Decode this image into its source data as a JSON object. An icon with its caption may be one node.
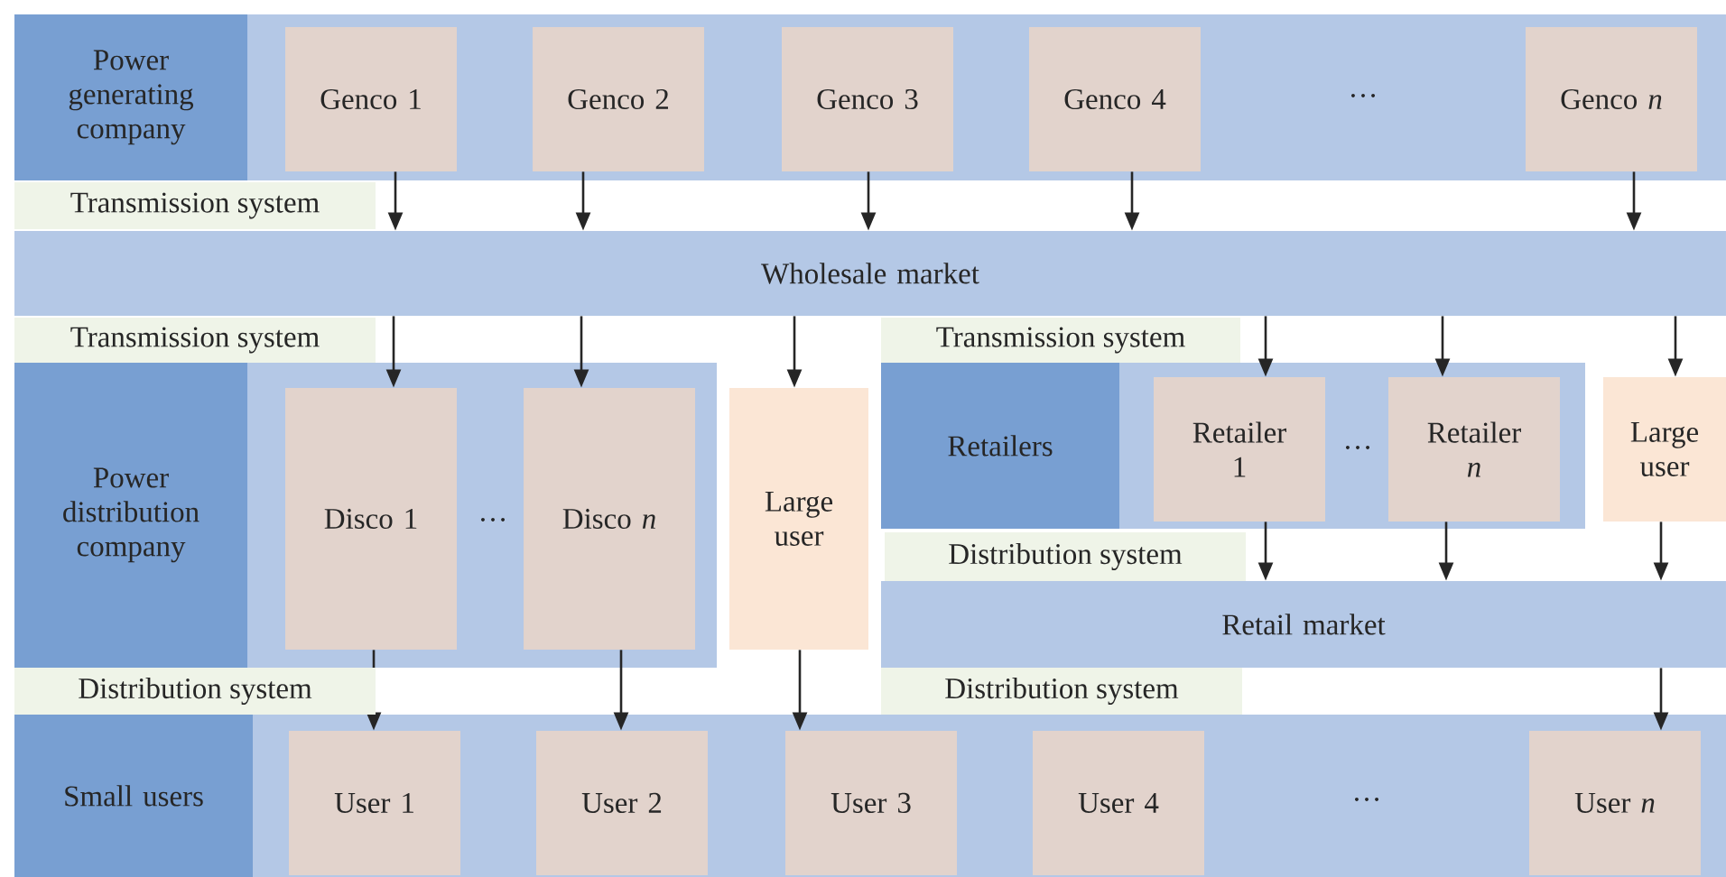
{
  "diagram": {
    "nodes": [
      {
        "text": [],
        "shape": "box"
      },
      {
        "text": [
          "Power generating company"
        ]
      },
      {
        "text": [
          "Genco 1"
        ],
        "in": 0
      },
      {
        "text": [
          "Genco 2"
        ],
        "in": 0
      },
      {
        "text": [
          "Genco 3"
        ],
        "in": 0
      },
      {
        "text": [
          "Genco 4"
        ],
        "in": 0
      },
      {
        "text": [
          "Genco *n*"
        ],
        "in": 0
      },
      {
        "text": [
          "Wholesale market"
        ]
      },
      {
        "text": [],
        "shape": "box"
      },
      {
        "text": [
          "Power distribution company"
        ]
      },
      {
        "text": [
          "Disco 1"
        ],
        "in": 8
      },
      {
        "text": [
          "Disco *n*"
        ],
        "in": 8
      },
      {
        "text": [
          "Large user"
        ]
      },
      {
        "text": [],
        "shape": "box"
      },
      {
        "text": [
          "Retailers"
        ]
      },
      {
        "text": [
          "Retailer 1"
        ],
        "in": 13
      },
      {
        "text": [
          "Retailer *n*"
        ],
        "in": 13
      },
      {
        "text": [
          "Large user"
        ]
      },
      {
        "text": [
          "Retail market"
        ]
      },
      {
        "text": [],
        "shape": "box"
      },
      {
        "text": [
          "Small users"
        ]
      },
      {
        "text": [
          "User 1"
        ],
        "in": 19
      },
      {
        "text": [
          "User 2"
        ],
        "in": 19
      },
      {
        "text": [
          "User 3"
        ],
        "in": 19
      },
      {
        "text": [
          "User 4"
        ],
        "in": 19
      },
      {
        "text": [
          "User *n*"
        ],
        "in": 19
      }
    ],
    "edges": [
      {
        "from": 2,
        "to": 7,
        "arrow": "to"
      },
      {
        "from": 3,
        "to": 7,
        "arrow": "to"
      },
      {
        "from": 4,
        "to": 7,
        "arrow": "to"
      },
      {
        "from": 5,
        "to": 7,
        "arrow": "to"
      },
      {
        "from": 6,
        "to": 7,
        "arrow": "to"
      },
      {
        "from": 7,
        "to": 10,
        "arrow": "to"
      },
      {
        "from": 7,
        "to": 11,
        "arrow": "to"
      },
      {
        "from": 7,
        "to": 12,
        "arrow": "to"
      },
      {
        "from": 7,
        "to": 15,
        "arrow": "to"
      },
      {
        "from": 7,
        "to": 16,
        "arrow": "to"
      },
      {
        "from": 7,
        "to": 17,
        "arrow": "to"
      },
      {
        "from": 10,
        "to": 21,
        "arrow": "to"
      },
      {
        "from": 11,
        "to": 22,
        "arrow": "to"
      },
      {
        "from": 12,
        "to": 23,
        "arrow": "to"
      },
      {
        "from": 15,
        "to": 18,
        "arrow": "to"
      },
      {
        "from": 16,
        "to": 18,
        "arrow": "to"
      },
      {
        "from": 17,
        "to": 18,
        "arrow": "to"
      },
      {
        "from": 18,
        "to": 25,
        "arrow": "to"
      }
    ],
    "labels": [
      "…",
      "Transmission system",
      "Transmission system",
      "Transmission system",
      "…",
      "…",
      "Distribution system",
      "Distribution system",
      "Distribution system",
      "…"
    ]
  }
}
